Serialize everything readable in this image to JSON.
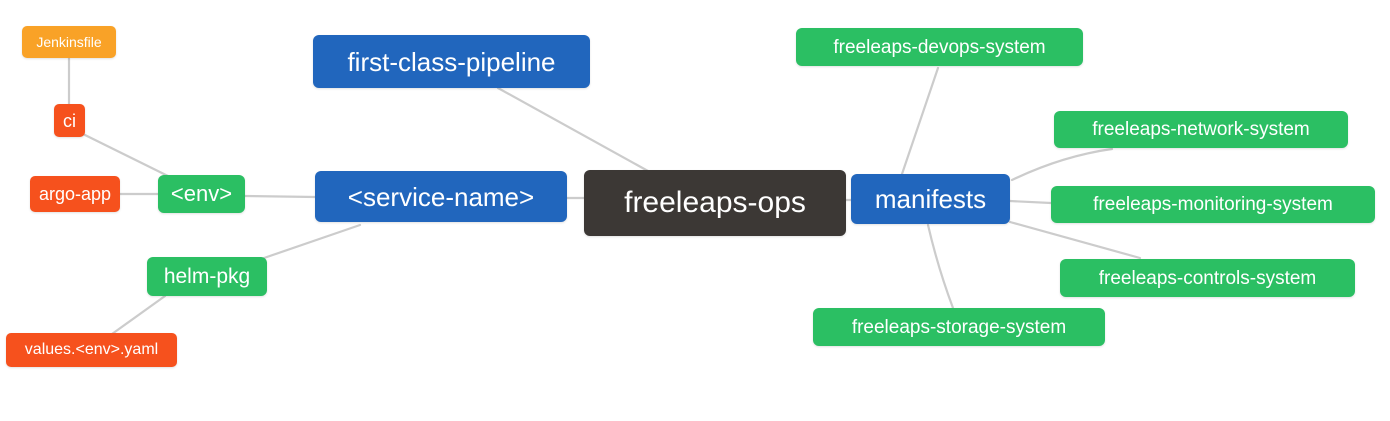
{
  "diagram": {
    "type": "mindmap",
    "background": "#FFFFFF",
    "edge_color": "#CCCCCC",
    "text_color": "#FFFFFF",
    "palette": {
      "root": "#3C3835",
      "branch_blue": "#2166BD",
      "leaf_green": "#2BBF63",
      "leaf_red": "#F6511D",
      "leaf_amber": "#F9A227"
    },
    "nodes": [
      {
        "id": "root",
        "label": "freeleaps-ops",
        "color": "#3C3835"
      },
      {
        "id": "first-class-pipeline",
        "label": "first-class-pipeline",
        "color": "#2166BD"
      },
      {
        "id": "service-name",
        "label": "<service-name>",
        "color": "#2166BD"
      },
      {
        "id": "manifests",
        "label": "manifests",
        "color": "#2166BD"
      },
      {
        "id": "env",
        "label": "<env>",
        "color": "#2BBF63"
      },
      {
        "id": "helm-pkg",
        "label": "helm-pkg",
        "color": "#2BBF63"
      },
      {
        "id": "ci",
        "label": "ci",
        "color": "#F6511D"
      },
      {
        "id": "argo-app",
        "label": "argo-app",
        "color": "#F6511D"
      },
      {
        "id": "values-env-yaml",
        "label": "values.<env>.yaml",
        "color": "#F6511D"
      },
      {
        "id": "jenkinsfile",
        "label": "Jenkinsfile",
        "color": "#F9A227"
      },
      {
        "id": "freeleaps-devops-system",
        "label": "freeleaps-devops-system",
        "color": "#2BBF63"
      },
      {
        "id": "freeleaps-network-system",
        "label": "freeleaps-network-system",
        "color": "#2BBF63"
      },
      {
        "id": "freeleaps-monitoring-system",
        "label": "freeleaps-monitoring-system",
        "color": "#2BBF63"
      },
      {
        "id": "freeleaps-controls-system",
        "label": "freeleaps-controls-system",
        "color": "#2BBF63"
      },
      {
        "id": "freeleaps-storage-system",
        "label": "freeleaps-storage-system",
        "color": "#2BBF63"
      }
    ],
    "edges": [
      {
        "from": "jenkinsfile",
        "to": "ci"
      },
      {
        "from": "ci",
        "to": "env"
      },
      {
        "from": "argo-app",
        "to": "env"
      },
      {
        "from": "env",
        "to": "service-name"
      },
      {
        "from": "service-name",
        "to": "helm-pkg"
      },
      {
        "from": "helm-pkg",
        "to": "values-env-yaml"
      },
      {
        "from": "first-class-pipeline",
        "to": "root"
      },
      {
        "from": "service-name",
        "to": "root"
      },
      {
        "from": "root",
        "to": "manifests"
      },
      {
        "from": "manifests",
        "to": "freeleaps-devops-system"
      },
      {
        "from": "manifests",
        "to": "freeleaps-network-system"
      },
      {
        "from": "manifests",
        "to": "freeleaps-monitoring-system"
      },
      {
        "from": "manifests",
        "to": "freeleaps-controls-system"
      },
      {
        "from": "manifests",
        "to": "freeleaps-storage-system"
      }
    ]
  }
}
